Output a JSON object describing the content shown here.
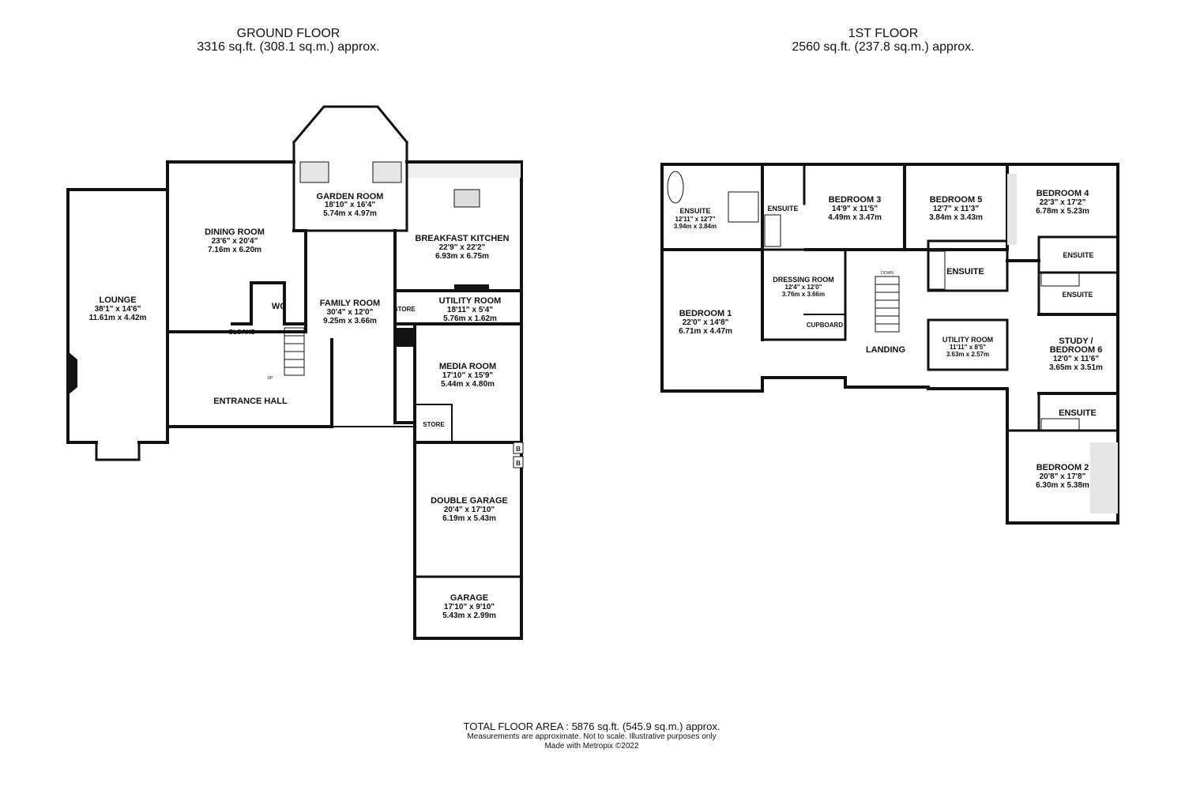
{
  "floors": {
    "ground": {
      "title": "GROUND FLOOR",
      "area": "3316 sq.ft. (308.1 sq.m.) approx.",
      "rooms": {
        "lounge": {
          "name": "LOUNGE",
          "dim_imperial": "38'1\" x 14'6\"",
          "dim_metric": "11.61m x 4.42m"
        },
        "dining": {
          "name": "DINING ROOM",
          "dim_imperial": "23'6\" x 20'4\"",
          "dim_metric": "7.16m x 6.20m"
        },
        "garden": {
          "name": "GARDEN ROOM",
          "dim_imperial": "18'10\" x 16'4\"",
          "dim_metric": "5.74m x 4.97m"
        },
        "kitchen": {
          "name": "BREAKFAST KITCHEN",
          "dim_imperial": "22'9\" x 22'2\"",
          "dim_metric": "6.93m x 6.75m"
        },
        "family": {
          "name": "FAMILY ROOM",
          "dim_imperial": "30'4\" x 12'0\"",
          "dim_metric": "9.25m x 3.66m"
        },
        "utility": {
          "name": "UTILITY ROOM",
          "dim_imperial": "18'11\" x 5'4\"",
          "dim_metric": "5.76m x 1.62m"
        },
        "media": {
          "name": "MEDIA ROOM",
          "dim_imperial": "17'10\" x 15'9\"",
          "dim_metric": "5.44m x 4.80m"
        },
        "double_garage": {
          "name": "DOUBLE GARAGE",
          "dim_imperial": "20'4\" x 17'10\"",
          "dim_metric": "6.19m x 5.43m"
        },
        "garage": {
          "name": "GARAGE",
          "dim_imperial": "17'10\" x 9'10\"",
          "dim_metric": "5.43m x 2.99m"
        },
        "entrance": {
          "name": "ENTRANCE HALL"
        },
        "wc": {
          "name": "WC"
        },
        "cloaks": {
          "name": "CLOAKS"
        },
        "store1": {
          "name": "STORE"
        },
        "store2": {
          "name": "STORE"
        },
        "boiler1": "B",
        "boiler2": "B",
        "stairs_up": "UP"
      }
    },
    "first": {
      "title": "1ST FLOOR",
      "area": "2560 sq.ft. (237.8 sq.m.) approx.",
      "rooms": {
        "ensuite_main": {
          "name": "ENSUITE",
          "dim_imperial": "12'11\" x 12'7\"",
          "dim_metric": "3.94m x 3.84m"
        },
        "ensuite_small": {
          "name": "ENSUITE"
        },
        "bedroom3": {
          "name": "BEDROOM 3",
          "dim_imperial": "14'9\" x 11'5\"",
          "dim_metric": "4.49m x 3.47m"
        },
        "bedroom5": {
          "name": "BEDROOM 5",
          "dim_imperial": "12'7\" x 11'3\"",
          "dim_metric": "3.84m x 3.43m"
        },
        "bedroom4": {
          "name": "BEDROOM 4",
          "dim_imperial": "22'3\" x 17'2\"",
          "dim_metric": "6.78m x 5.23m"
        },
        "ensuite_b4": {
          "name": "ENSUITE"
        },
        "ensuite_b6": {
          "name": "ENSUITE"
        },
        "ensuite_b5": {
          "name": "ENSUITE"
        },
        "bedroom1": {
          "name": "BEDROOM 1",
          "dim_imperial": "22'0\" x 14'8\"",
          "dim_metric": "6.71m x 4.47m"
        },
        "dressing": {
          "name": "DRESSING ROOM",
          "dim_imperial": "12'4\" x 12'0\"",
          "dim_metric": "3.76m x 3.66m"
        },
        "cupboard": {
          "name": "CUPBOARD"
        },
        "landing": {
          "name": "LANDING"
        },
        "stairs_down": "DOWN",
        "utility": {
          "name": "UTILITY ROOM",
          "dim_imperial": "11'11\" x 8'5\"",
          "dim_metric": "3.63m x 2.57m"
        },
        "study": {
          "name1": "STUDY /",
          "name2": "BEDROOM 6",
          "dim_imperial": "12'0\" x 11'6\"",
          "dim_metric": "3.65m x 3.51m"
        },
        "ensuite_b2": {
          "name": "ENSUITE"
        },
        "bedroom2": {
          "name": "BEDROOM 2",
          "dim_imperial": "20'8\" x 17'8\"",
          "dim_metric": "6.30m x 5.38m"
        }
      }
    }
  },
  "footer": {
    "total": "TOTAL FLOOR AREA : 5876 sq.ft. (545.9 sq.m.) approx.",
    "note1": "Measurements are approximate. Not to scale. Illustrative purposes only",
    "note2": "Made with Metropix ©2022"
  },
  "colors": {
    "wall": "#111111",
    "fixture_fill": "#e6e6e6",
    "background": "#ffffff"
  }
}
